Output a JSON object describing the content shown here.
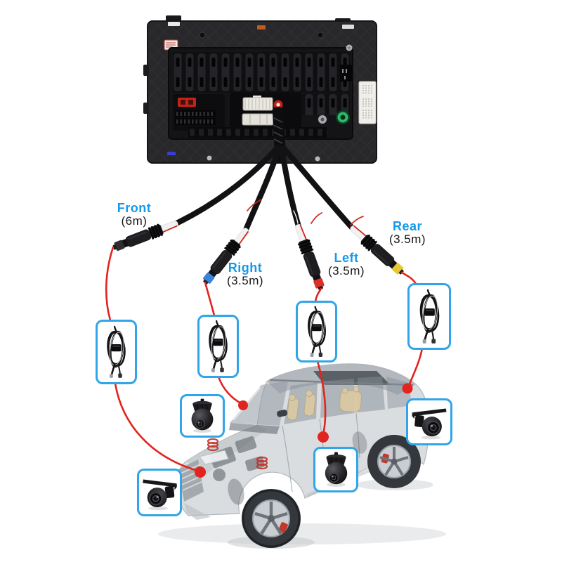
{
  "page": {
    "type": "car-head-unit-camera-wiring-diagram",
    "background": "#ffffff"
  },
  "colors": {
    "label_blue": "#1499ea",
    "wire_red": "#e2241e",
    "marker_red": "#e2241e",
    "callout_border": "#31a5e8"
  },
  "connectors": [
    {
      "id": "front",
      "label": "Front",
      "length": "(6m)",
      "tip_color": "#2e2e31"
    },
    {
      "id": "right",
      "label": "Right",
      "length": "(3.5m)",
      "tip_color": "#3b82d8"
    },
    {
      "id": "left",
      "label": "Left",
      "length": "(3.5m)",
      "tip_color": "#da2f2a"
    },
    {
      "id": "rear",
      "label": "Rear",
      "length": "(3.5m)",
      "tip_color": "#e7c832"
    }
  ],
  "callouts": {
    "cable_coils": [
      {
        "for": "front"
      },
      {
        "for": "right"
      },
      {
        "for": "left"
      },
      {
        "for": "rear"
      }
    ],
    "cameras": [
      {
        "style": "dome",
        "area": "hood"
      },
      {
        "style": "dome",
        "area": "rocker-panel"
      },
      {
        "style": "bracket",
        "area": "front-grille"
      },
      {
        "style": "bracket",
        "area": "rear-hatch"
      }
    ]
  },
  "icons": {
    "coil": "coiled-cable-icon",
    "dome": "dome-camera-icon",
    "bracket": "bracket-camera-icon"
  }
}
